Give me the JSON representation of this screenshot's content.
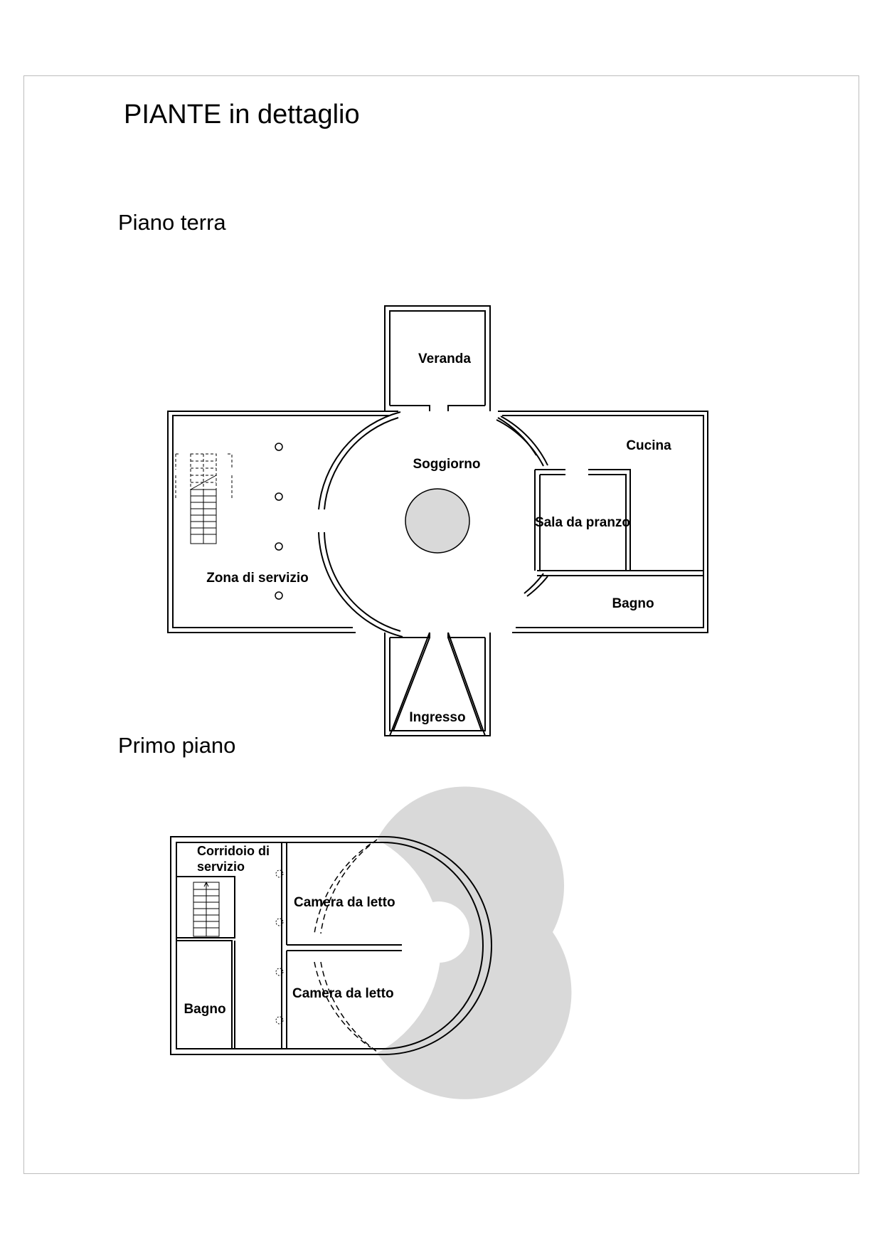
{
  "title": "PIANTE in dettaglio",
  "sections": {
    "ground_floor": "Piano terra",
    "first_floor": "Primo piano"
  },
  "rooms": {
    "ground": {
      "veranda": "Veranda",
      "soggiorno": "Soggiorno",
      "cucina": "Cucina",
      "sala_da_pranzo": "Sala da pranzo",
      "zona_di_servizio": "Zona di servizio",
      "bagno": "Bagno",
      "ingresso": "Ingresso"
    },
    "first": {
      "corridoio_line1": "Corridoio di",
      "corridoio_line2": "servizio",
      "camera_1": "Camera da letto",
      "camera_2": "Camera da letto",
      "bagno": "Bagno"
    }
  },
  "colors": {
    "wall": "#000000",
    "fill_gray": "#d9d9d9",
    "frame": "#bdbdbd"
  }
}
